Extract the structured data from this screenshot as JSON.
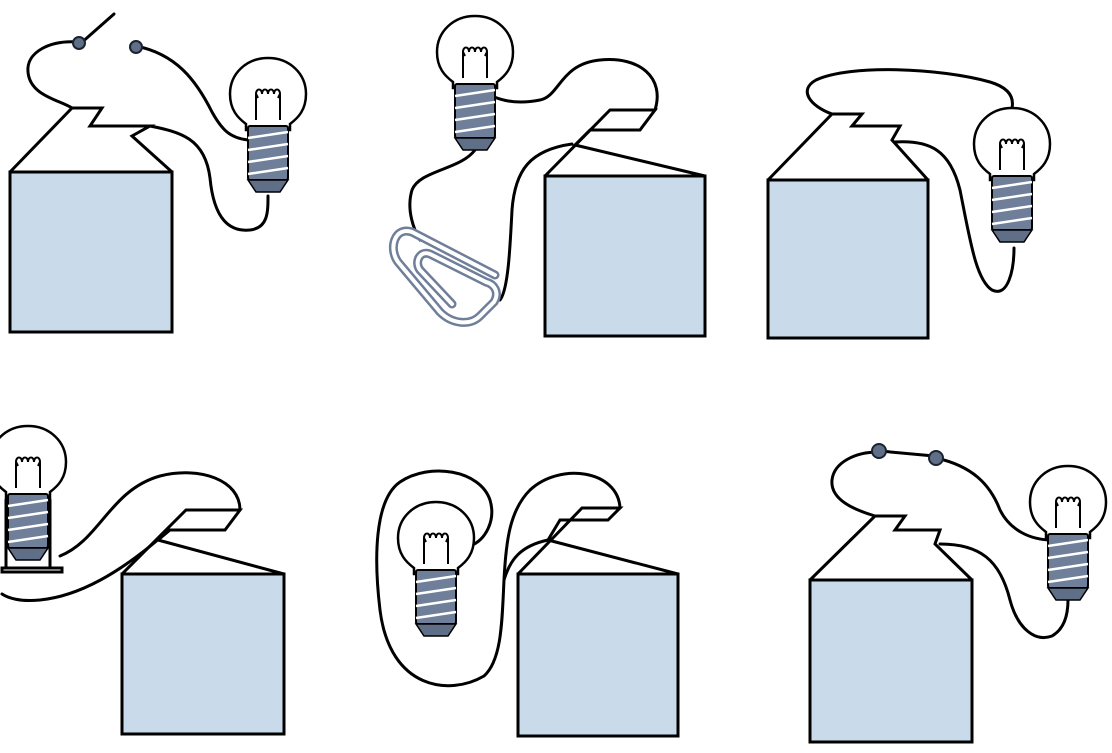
{
  "figure": {
    "panels": [
      {
        "id": 1,
        "components": [
          "battery",
          "bulb",
          "wire",
          "open-gap"
        ]
      },
      {
        "id": 2,
        "components": [
          "battery",
          "bulb",
          "wire",
          "paper-clip"
        ]
      },
      {
        "id": 3,
        "components": [
          "battery",
          "bulb",
          "wire"
        ]
      },
      {
        "id": 4,
        "components": [
          "battery",
          "bulb",
          "bulb-holder",
          "wire"
        ]
      },
      {
        "id": 5,
        "components": [
          "battery",
          "bulb",
          "wire"
        ]
      },
      {
        "id": 6,
        "components": [
          "battery",
          "bulb",
          "wire",
          "closed-switch"
        ]
      }
    ],
    "colors": {
      "battery_fill": "#c9dbea",
      "bulb_base": "#6f7f99",
      "outline": "#000000",
      "background": "#ffffff"
    }
  }
}
